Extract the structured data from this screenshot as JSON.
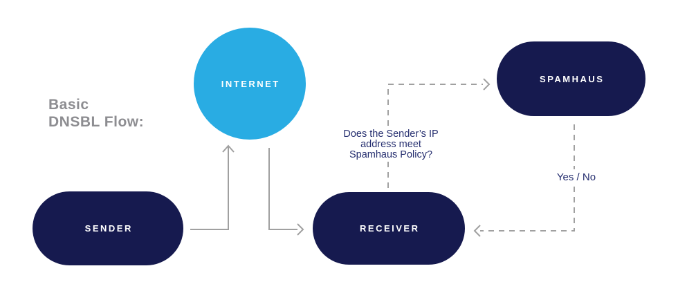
{
  "title": {
    "line1": "Basic",
    "line2": "DNSBL Flow:"
  },
  "nodes": {
    "internet": {
      "label": "INTERNET",
      "shape": "circle"
    },
    "sender": {
      "label": "SENDER",
      "shape": "pill"
    },
    "receiver": {
      "label": "RECEIVER",
      "shape": "pill"
    },
    "spamhaus": {
      "label": "SPAMHAUS",
      "shape": "pill"
    }
  },
  "annotations": {
    "question": {
      "lines": [
        "Does the Sender’s IP",
        "address meet",
        "Spamhaus Policy?"
      ]
    },
    "decision": {
      "label": "Yes / No"
    }
  },
  "edges": [
    {
      "from": "sender",
      "to": "internet",
      "style": "solid"
    },
    {
      "from": "internet",
      "to": "receiver",
      "style": "solid"
    },
    {
      "from": "receiver",
      "to": "spamhaus",
      "style": "dashed",
      "label": "Does the Sender’s IP address meet Spamhaus Policy?"
    },
    {
      "from": "spamhaus",
      "to": "receiver",
      "style": "dashed",
      "label": "Yes / No"
    }
  ],
  "colors": {
    "navy": "#161a4f",
    "light_blue": "#29ace3",
    "arrow_gray": "#a0a0a0",
    "title_gray": "#8d8d91",
    "text_navy": "#252e6f",
    "background": "#ffffff"
  }
}
